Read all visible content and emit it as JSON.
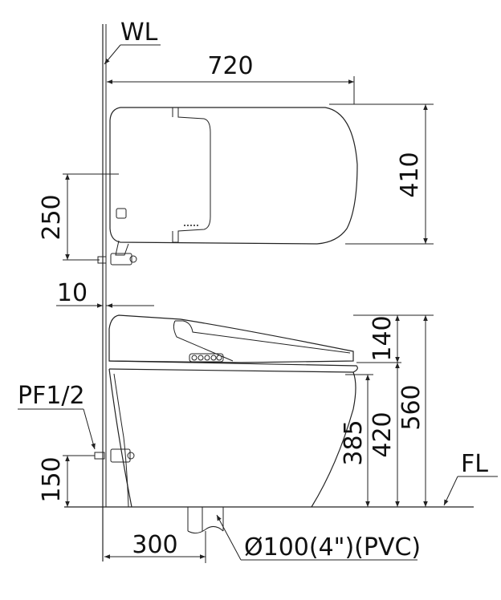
{
  "labels": {
    "wall_line": "WL",
    "floor_line": "FL",
    "pipe_size": "PF1/2",
    "outlet": "Ø100(4\")(PVC)"
  },
  "dimensions": {
    "total_length": "720",
    "top_width": "410",
    "supply_offset_top": "250",
    "wall_gap": "10",
    "lid_height": "140",
    "total_height": "560",
    "seat_height": "420",
    "bowl_height": "385",
    "supply_height": "150",
    "rough_in": "300"
  },
  "colors": {
    "line": "#222222",
    "background": "#ffffff"
  }
}
